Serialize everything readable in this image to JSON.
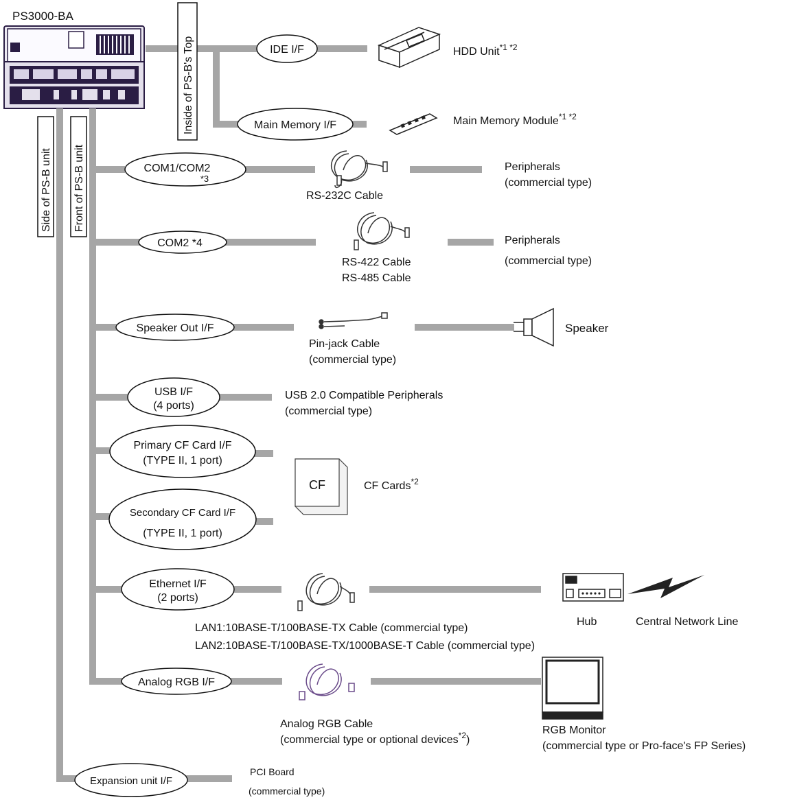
{
  "device": {
    "label": "PS3000-BA"
  },
  "vertical_labels": {
    "inside_top": "Inside of PS-B's Top",
    "side_unit": "Side of PS-B unit",
    "front_unit": "Front of PS-B unit"
  },
  "interfaces": {
    "ide": "IDE I/F",
    "main_memory": "Main Memory I/F",
    "com1_com2": "COM1/COM2",
    "com1_com2_note": "*3",
    "com2": "COM2  *4",
    "speaker": "Speaker Out I/F",
    "usb_line1": "USB I/F",
    "usb_line2": "(4 ports)",
    "primary_cf_line1": "Primary CF Card I/F",
    "primary_cf_line2": "(TYPE II, 1 port)",
    "secondary_cf_line1": "Secondary CF Card I/F",
    "secondary_cf_line2": "(TYPE II, 1 port)",
    "ethernet_line1": "Ethernet I/F",
    "ethernet_line2": "(2 ports)",
    "analog_rgb": "Analog RGB I/F",
    "expansion": "Expansion unit  I/F"
  },
  "devices": {
    "hdd_unit": "HDD Unit",
    "hdd_unit_note": "*1 *2",
    "main_memory_module": "Main Memory Module",
    "main_memory_module_note": "*1 *2",
    "rs232c_cable": "RS-232C Cable",
    "peripherals1_line1": "Peripherals",
    "peripherals1_line2": "(commercial type)",
    "rs422_cable": "RS-422 Cable",
    "rs485_cable": "RS-485 Cable",
    "peripherals2_line1": "Peripherals",
    "peripherals2_line2": "(commercial type)",
    "pinjack_line1": "Pin-jack Cable",
    "pinjack_line2": "(commercial type)",
    "speaker": "Speaker",
    "usb_peripherals_line1": "USB 2.0 Compatible Peripherals",
    "usb_peripherals_line2": "(commercial type)",
    "cf_box": "CF",
    "cf_cards": "CF Cards",
    "cf_cards_note": "*2",
    "lan1_cable": "LAN1:10BASE-T/100BASE-TX Cable (commercial type)",
    "lan2_cable": "LAN2:10BASE-T/100BASE-TX/1000BASE-T Cable (commercial type)",
    "hub": "Hub",
    "central_network": "Central Network Line",
    "rgb_cable_line1": "Analog RGB Cable",
    "rgb_cable_line2": "(commercial type or optional devices",
    "rgb_cable_note": "*2",
    "rgb_cable_close": ")",
    "rgb_monitor_line1": "RGB Monitor",
    "rgb_monitor_line2": "(commercial type or Pro-face's FP Series)",
    "pci_board_line1": "PCI Board",
    "pci_board_line2": "(commercial type)"
  }
}
